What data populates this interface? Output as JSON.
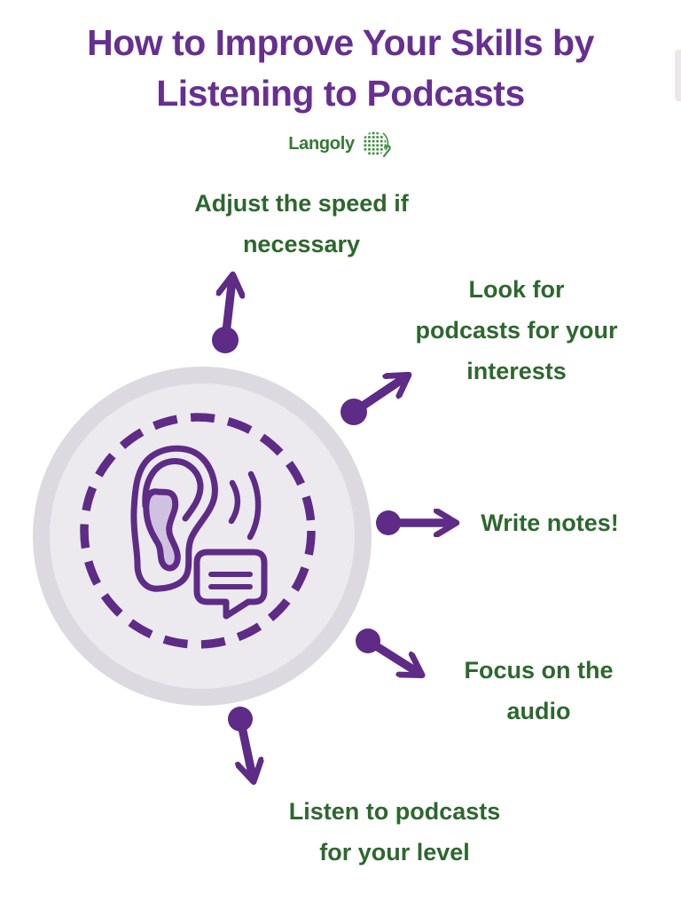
{
  "title": "How to Improve Your Skills by\nListening to Podcasts",
  "logo": {
    "text": "Langoly",
    "icon": "dotted-globe-icon"
  },
  "center": {
    "icon": "ear-with-sound-waves-and-speech-bubble-icon"
  },
  "tips": [
    {
      "id": "adjust-speed",
      "text": "Adjust the speed if\nnecessary"
    },
    {
      "id": "find-interests",
      "text": "Look for\npodcasts for your\ninterests"
    },
    {
      "id": "write-notes",
      "text": "Write notes!"
    },
    {
      "id": "focus-audio",
      "text": "Focus on the\naudio"
    },
    {
      "id": "listen-level",
      "text": "Listen to podcasts\nfor your level"
    }
  ],
  "colors": {
    "title_purple": "#662f90",
    "accent_purple": "#5e2b86",
    "tip_green": "#2d672e",
    "logo_text_green": "#337a33",
    "logo_dot_green": "#3e8e41",
    "circle_outer_gray": "#dcd9e0",
    "circle_inner_gray": "#eceaef",
    "ear_fill_lavender": "#cfc2e0"
  }
}
